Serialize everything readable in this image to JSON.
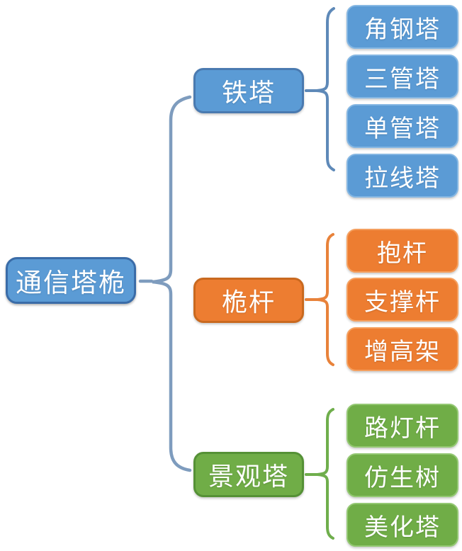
{
  "root": {
    "label": "通信塔桅"
  },
  "branches": [
    {
      "label": "铁塔",
      "children": [
        {
          "label": "角钢塔"
        },
        {
          "label": "三管塔"
        },
        {
          "label": "单管塔"
        },
        {
          "label": "拉线塔"
        }
      ]
    },
    {
      "label": "桅杆",
      "children": [
        {
          "label": "抱杆"
        },
        {
          "label": "支撑杆"
        },
        {
          "label": "增高架"
        }
      ]
    },
    {
      "label": "景观塔",
      "children": [
        {
          "label": "路灯杆"
        },
        {
          "label": "仿生树"
        },
        {
          "label": "美化塔"
        }
      ]
    }
  ],
  "colors": {
    "blue_node": "#5B9BD5",
    "orange_node": "#ED7D31",
    "green_node": "#70AD47",
    "main_brace": "#7E9CBE",
    "blue_brace": "#5E89B8",
    "orange_brace": "#E8823A",
    "green_brace": "#6FAE4C",
    "node_text": "#FFFFFF",
    "background": "#FFFFFF"
  }
}
